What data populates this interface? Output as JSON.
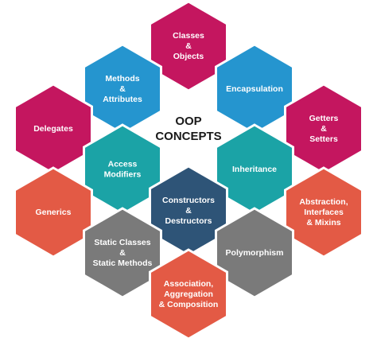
{
  "center": {
    "lines": [
      "OOP",
      "CONCEPTS"
    ]
  },
  "hexagons": [
    {
      "id": "classes-objects",
      "lines": [
        "Classes",
        "&",
        "Objects"
      ],
      "color": "#c4165f"
    },
    {
      "id": "methods-attributes",
      "lines": [
        "Methods",
        "&",
        "Attributes"
      ],
      "color": "#2595cf"
    },
    {
      "id": "encapsulation",
      "lines": [
        "Encapsulation"
      ],
      "color": "#2595cf"
    },
    {
      "id": "delegates",
      "lines": [
        "Delegates"
      ],
      "color": "#c4165f"
    },
    {
      "id": "getters-setters",
      "lines": [
        "Getters",
        "&",
        "Setters"
      ],
      "color": "#c4165f"
    },
    {
      "id": "access-modifiers",
      "lines": [
        "Access",
        "Modifiers"
      ],
      "color": "#1ba3a6"
    },
    {
      "id": "inheritance",
      "lines": [
        "Inheritance"
      ],
      "color": "#1ba3a6"
    },
    {
      "id": "constructors",
      "lines": [
        "Constructors",
        "&",
        "Destructors"
      ],
      "color": "#2e5477"
    },
    {
      "id": "generics",
      "lines": [
        "Generics"
      ],
      "color": "#e35a45"
    },
    {
      "id": "abstraction",
      "lines": [
        "Abstraction,",
        "Interfaces",
        "& Mixins"
      ],
      "color": "#e35a45"
    },
    {
      "id": "static-classes",
      "lines": [
        "Static Classes",
        "&",
        "Static Methods"
      ],
      "color": "#7a7a7a"
    },
    {
      "id": "polymorphism",
      "lines": [
        "Polymorphism"
      ],
      "color": "#7a7a7a"
    },
    {
      "id": "association",
      "lines": [
        "Association,",
        "Aggregation",
        "& Composition"
      ],
      "color": "#e35a45"
    }
  ]
}
